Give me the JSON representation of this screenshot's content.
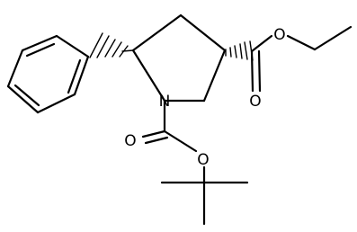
{
  "structure": {
    "atoms": {
      "ring_nitrogen": "N",
      "ester_carbonyl_oxygen": "O",
      "ester_ether_oxygen": "O",
      "carbamate_carbonyl_oxygen": "O",
      "carbamate_ether_oxygen": "O"
    },
    "colors": {
      "bond": "#000000",
      "background": "#ffffff"
    }
  }
}
